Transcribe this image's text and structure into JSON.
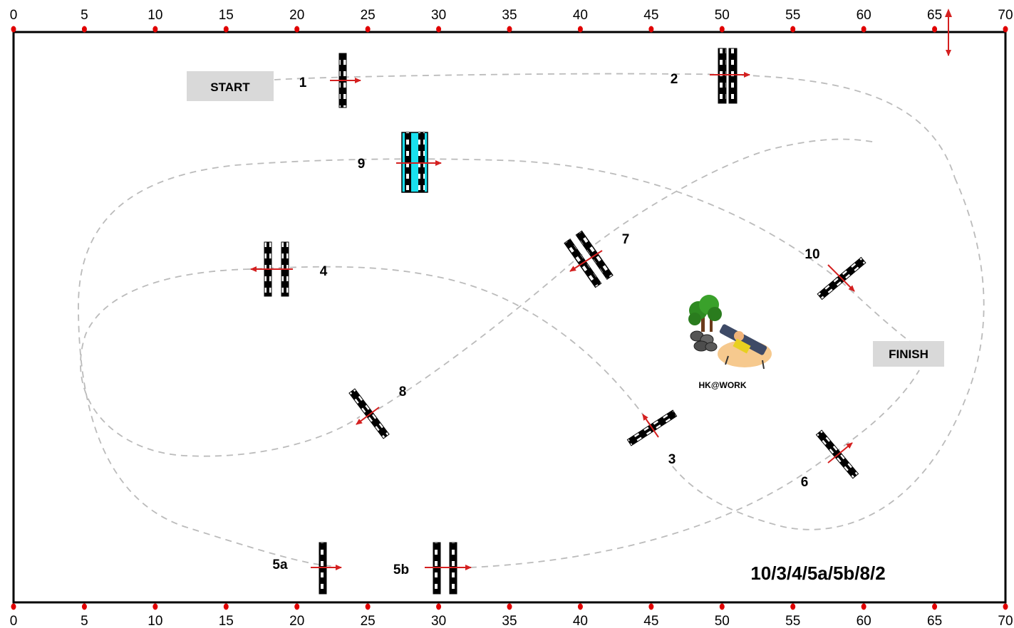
{
  "arena": {
    "scale_ticks": [
      "0",
      "5",
      "10",
      "15",
      "20",
      "25",
      "30",
      "35",
      "40",
      "45",
      "50",
      "55",
      "60",
      "65",
      "70"
    ],
    "start_label": "START",
    "finish_label": "FINISH",
    "course_code": "10/3/4/5a/5b/8/2",
    "credit": "HK@WORK",
    "marker_color": "#e00000",
    "arrow_color": "#d42020",
    "path_color": "#bbbbbb",
    "water_color": "#19e0ee"
  },
  "fences": [
    {
      "id": "1",
      "label": "1",
      "type": "vertical"
    },
    {
      "id": "2",
      "label": "2",
      "type": "oxer"
    },
    {
      "id": "3",
      "label": "3",
      "type": "vertical"
    },
    {
      "id": "4",
      "label": "4",
      "type": "oxer"
    },
    {
      "id": "5a",
      "label": "5a",
      "type": "vertical"
    },
    {
      "id": "5b",
      "label": "5b",
      "type": "oxer"
    },
    {
      "id": "6",
      "label": "6",
      "type": "vertical"
    },
    {
      "id": "7",
      "label": "7",
      "type": "oxer"
    },
    {
      "id": "8",
      "label": "8",
      "type": "vertical"
    },
    {
      "id": "9",
      "label": "9",
      "type": "water oxer"
    },
    {
      "id": "10",
      "label": "10",
      "type": "vertical"
    }
  ]
}
